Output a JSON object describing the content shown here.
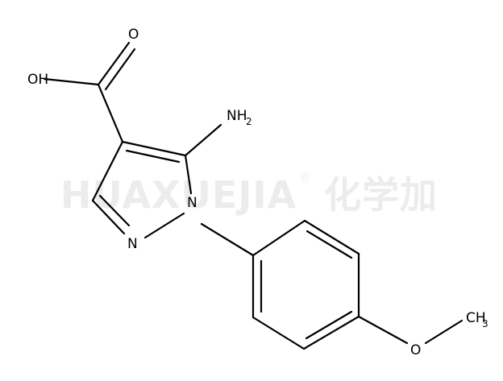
{
  "structure": {
    "atom_labels": {
      "carbonyl_oxygen": "O",
      "hydroxyl": "OH",
      "amino_N": "NH",
      "amino_sub": "2",
      "ring_N1": "N",
      "ring_N2": "N",
      "ether_oxygen": "O",
      "methyl_C": "CH",
      "methyl_sub": "3"
    }
  },
  "watermark": {
    "text": "HUAXUEJIA",
    "registered": "®",
    "cn": "化学加"
  }
}
